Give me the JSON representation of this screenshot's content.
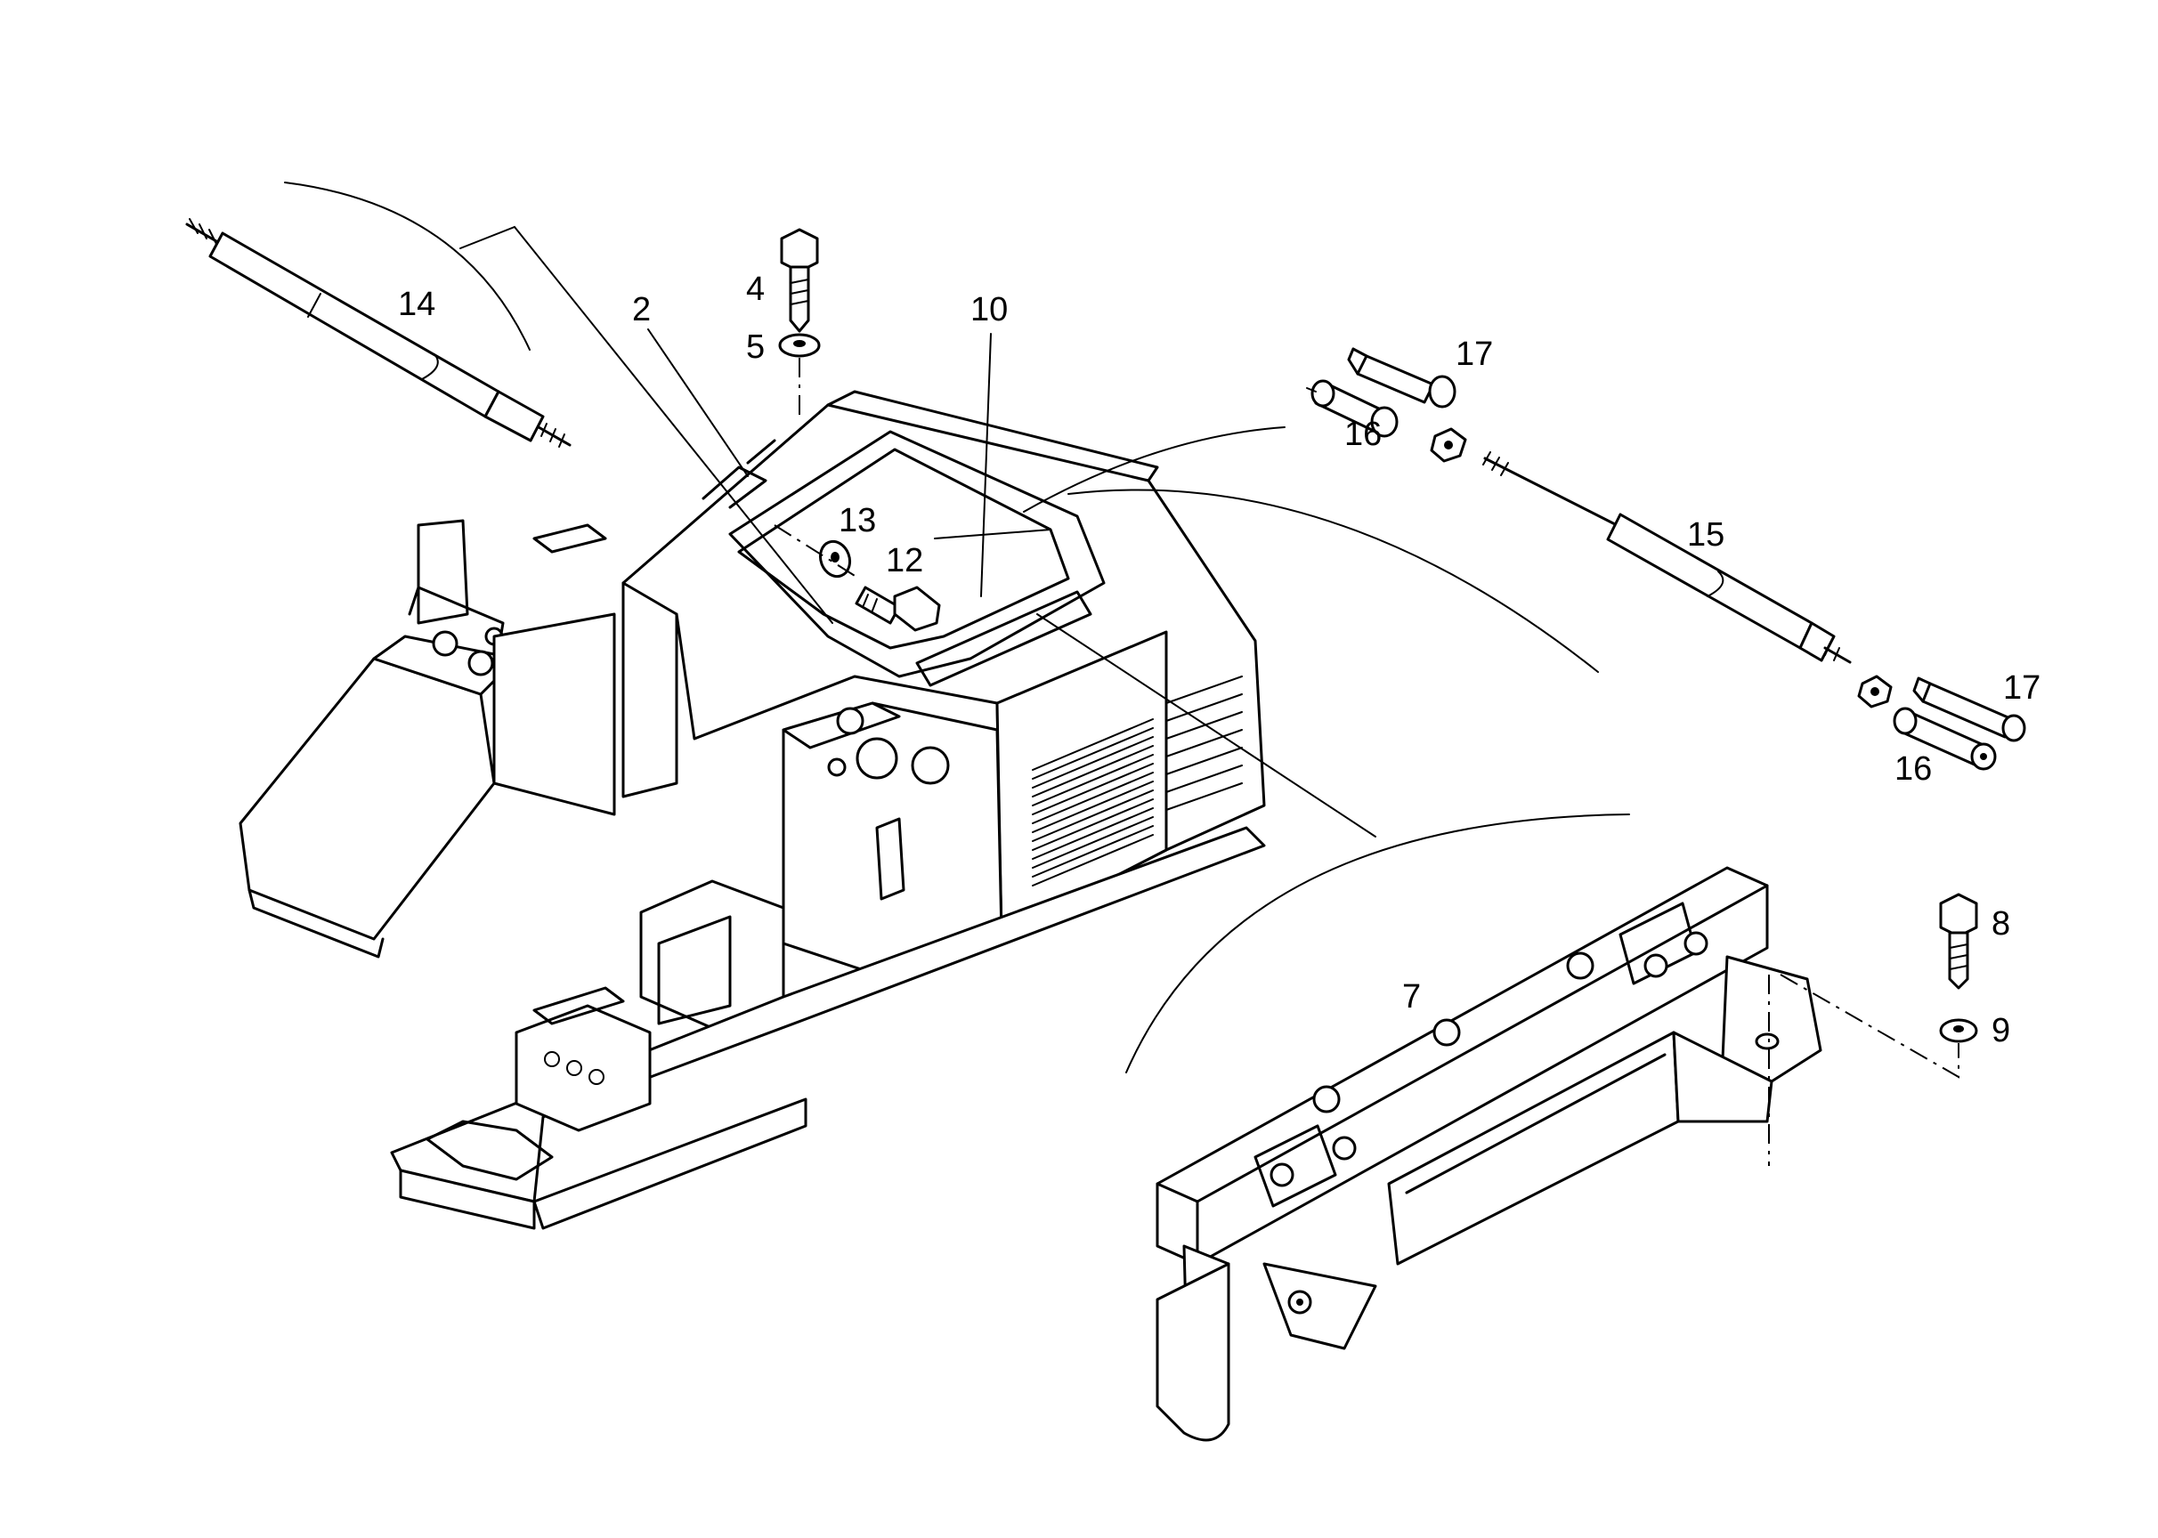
{
  "labels": {
    "l2": "2",
    "l4": "4",
    "l5": "5",
    "l7": "7",
    "l8": "8",
    "l9": "9",
    "l10": "10",
    "l12": "12",
    "l13": "13",
    "l14": "14",
    "l15": "15",
    "l16a": "16",
    "l16b": "16",
    "l17a": "17",
    "l17b": "17"
  }
}
